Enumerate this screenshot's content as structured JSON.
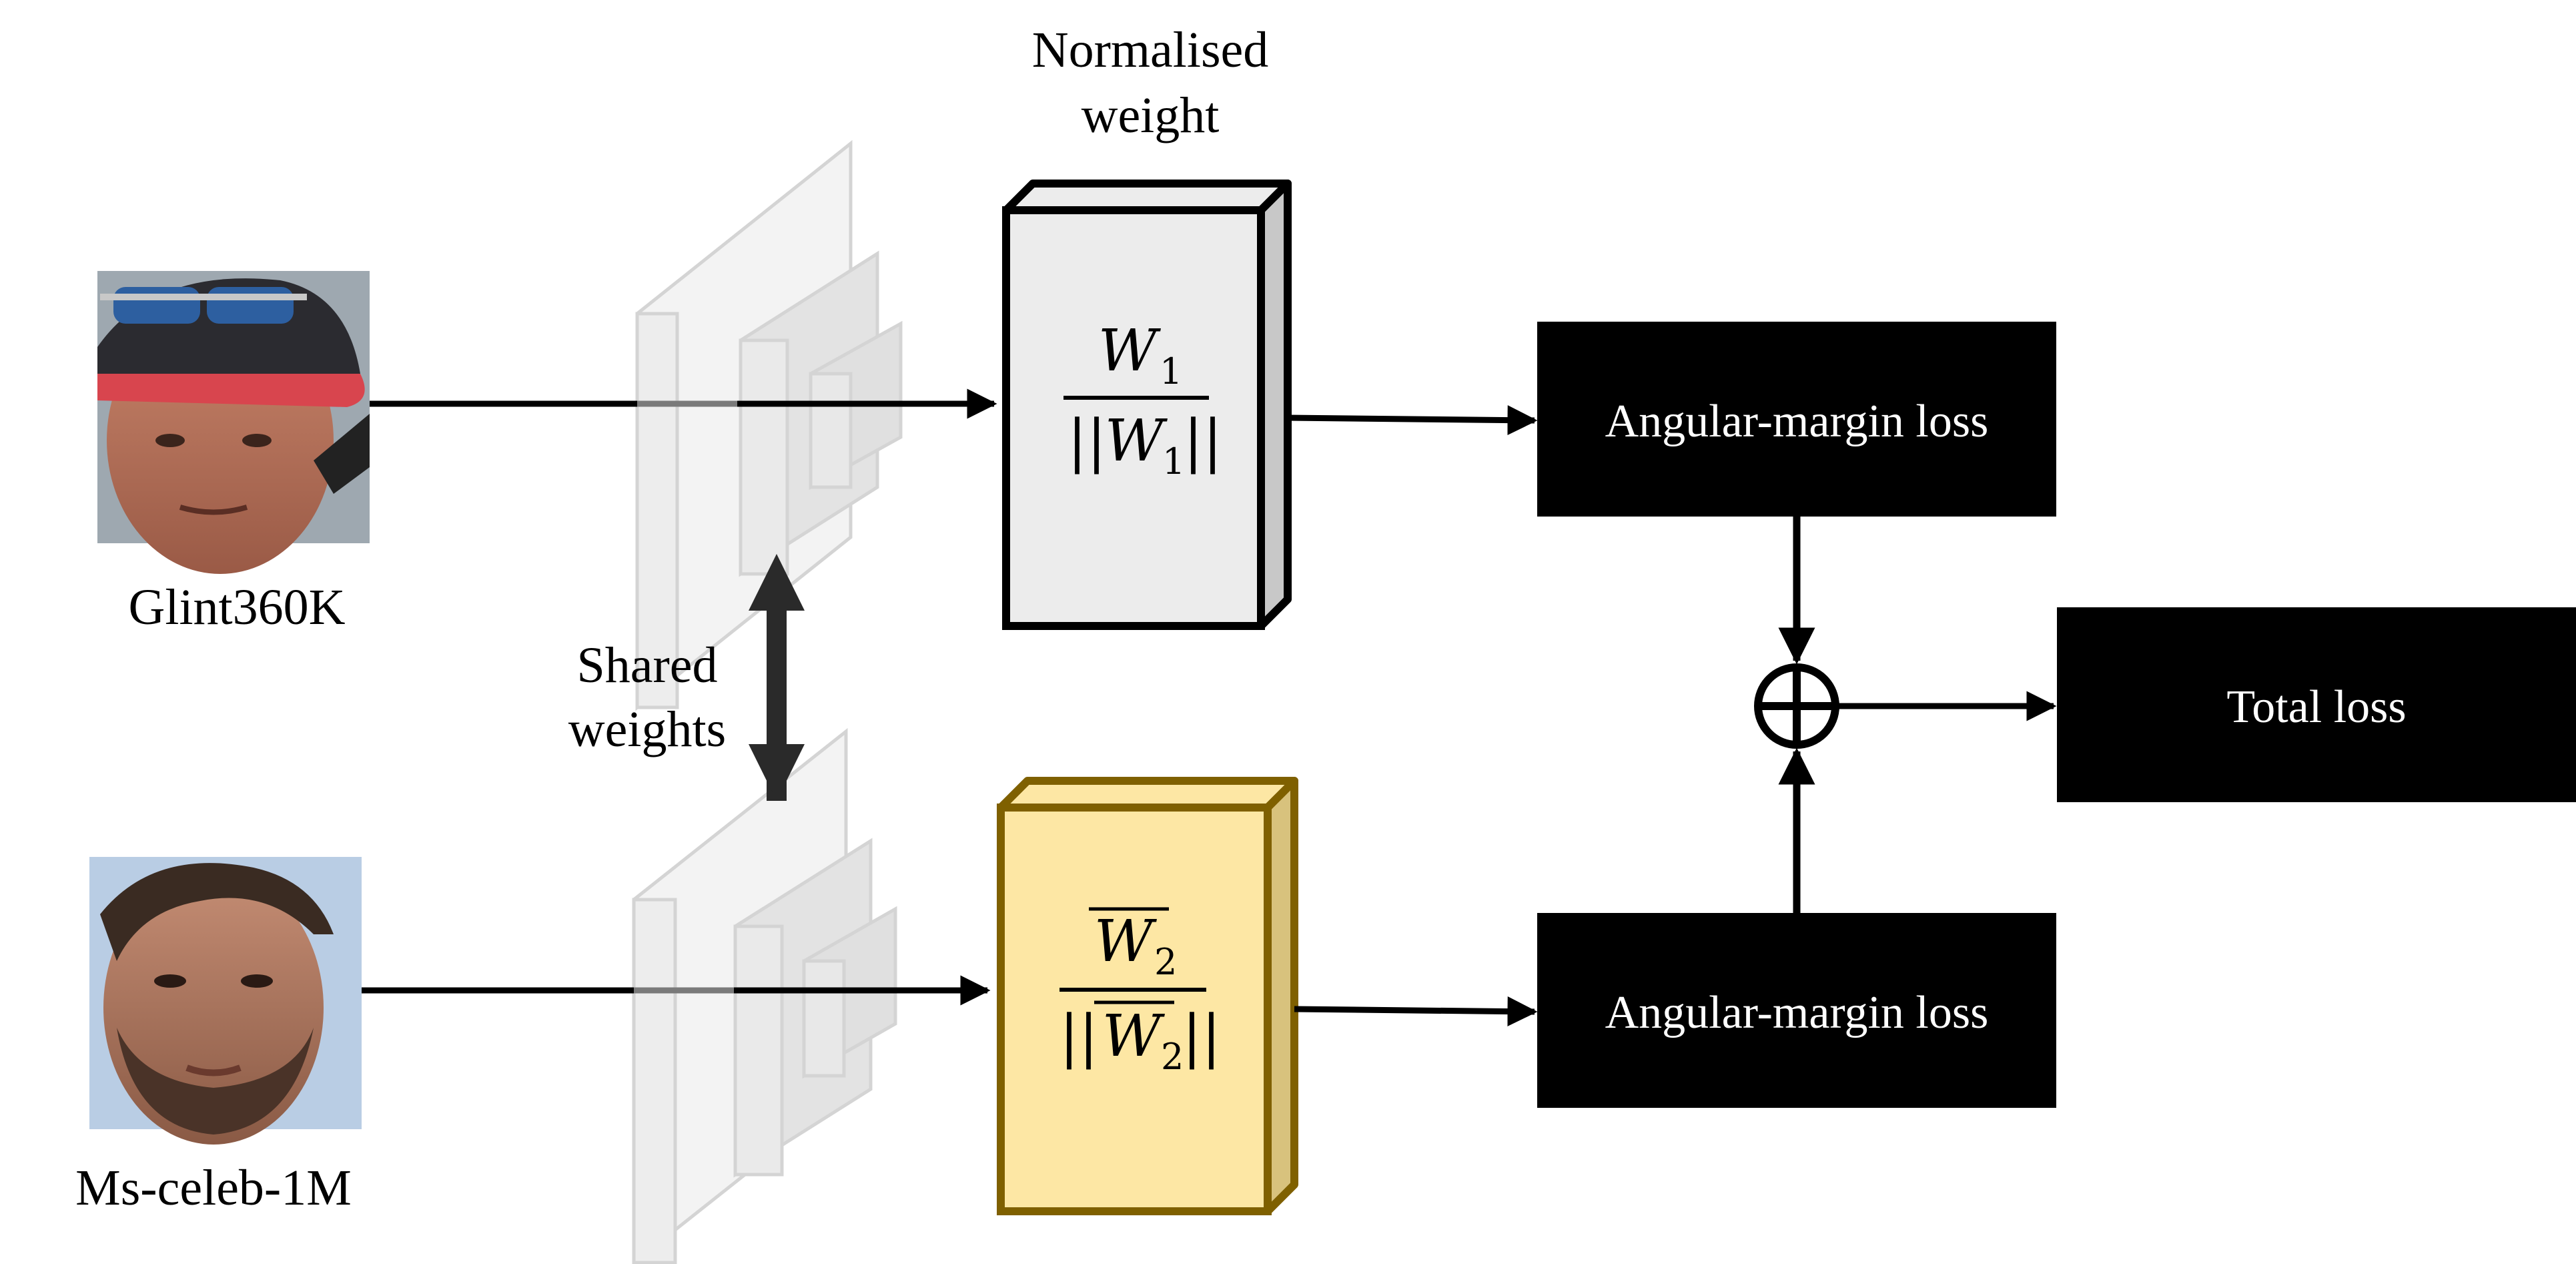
{
  "title_normalised": [
    "Normalised",
    "weight"
  ],
  "datasets": {
    "top": "Glint360K",
    "bottom": "Ms-celeb-1M"
  },
  "shared_weights": [
    "Shared",
    "weights"
  ],
  "weight_top": {
    "numerator": "W",
    "subscript": "1",
    "denominator_left": "||",
    "denominator_right": "||"
  },
  "weight_bottom": {
    "numerator": "W",
    "subscript": "2",
    "denominator_left": "||",
    "denominator_right": "||"
  },
  "loss_boxes": {
    "top": "Angular-margin loss",
    "bottom": "Angular-margin loss",
    "total": "Total loss"
  },
  "colors": {
    "weight_top_fill": "#ececec",
    "weight_top_stroke": "#000000",
    "weight_bottom_fill": "#fde7a4",
    "weight_bottom_stroke": "#7f6000",
    "loss_box_fill": "#000000",
    "network_fill": "#d9d9d9"
  },
  "icons": {
    "top_face": "face-photo-man-sunglasses-cap",
    "bottom_face": "face-photo-man-beard"
  }
}
